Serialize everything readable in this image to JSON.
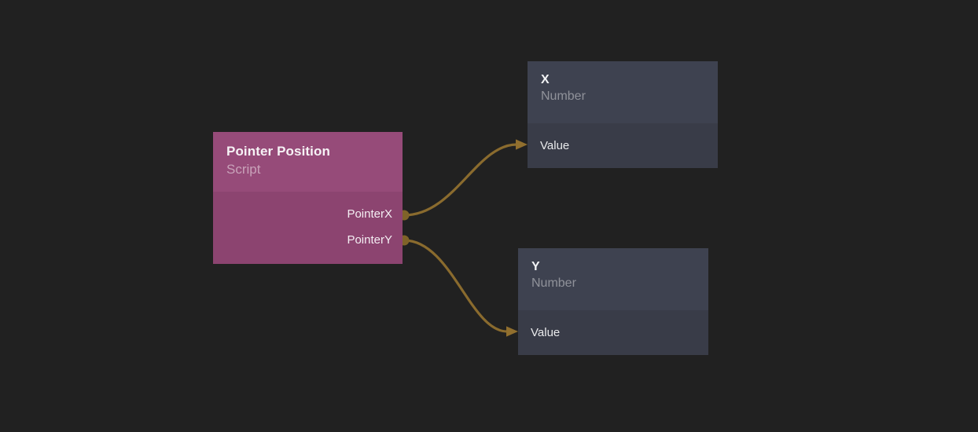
{
  "editor": {
    "type": "visual-scripting-node-graph",
    "background_color": "#212121",
    "wire_color": "#8a6b2e",
    "port_color": "#7f6329",
    "arrow_color": "#916f2e"
  },
  "nodes": [
    {
      "title": "Pointer Position",
      "subtitle": "Script",
      "header_color": "#964b79",
      "body_color": "#8c4470",
      "outputs": [
        "PointerX",
        "PointerY"
      ]
    },
    {
      "title": "X",
      "subtitle": "Number",
      "header_color": "#3e4250",
      "body_color": "#393c48",
      "inputs": [
        "Value"
      ]
    },
    {
      "title": "Y",
      "subtitle": "Number",
      "header_color": "#3e4250",
      "body_color": "#393c48",
      "inputs": [
        "Value"
      ]
    }
  ],
  "connections": [
    {
      "from": "Pointer Position.PointerX",
      "to": "X.Value"
    },
    {
      "from": "Pointer Position.PointerY",
      "to": "Y.Value"
    }
  ]
}
